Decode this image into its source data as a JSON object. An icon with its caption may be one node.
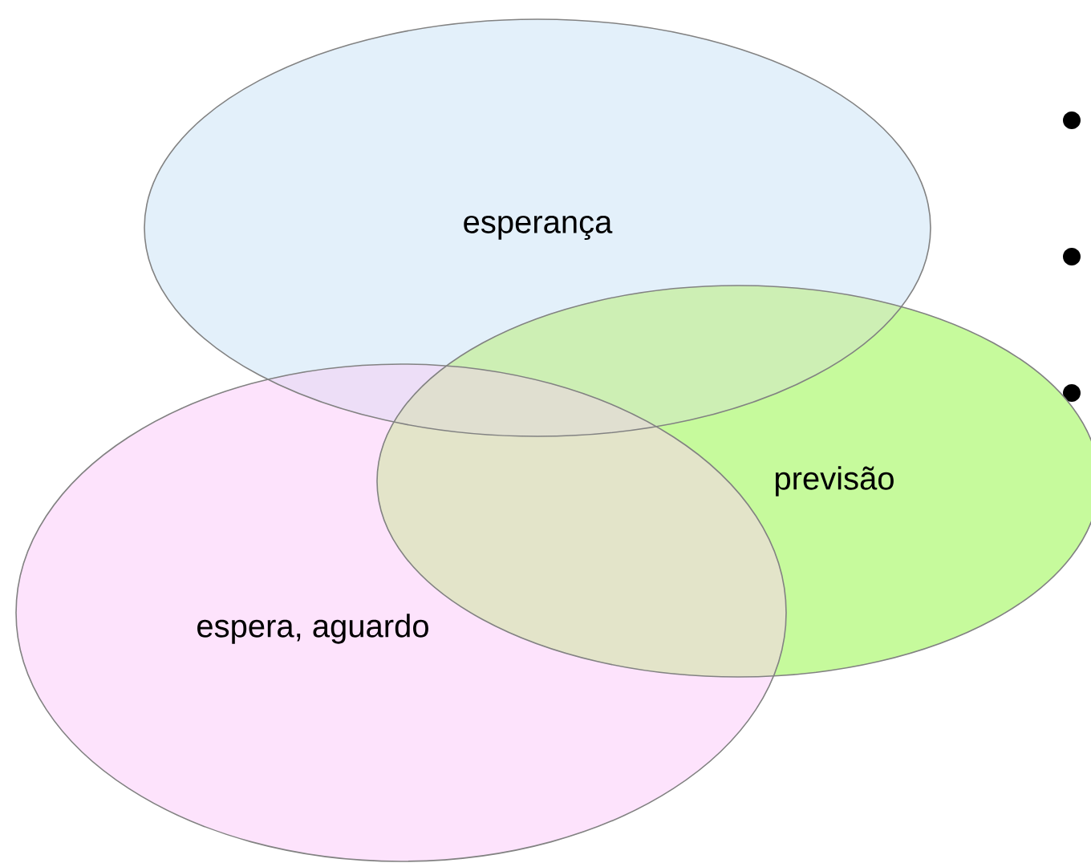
{
  "diagram": {
    "nodes": [
      {
        "text": [
          "esperança"
        ]
      },
      {
        "text": [
          "previsão"
        ]
      },
      {
        "text": [
          "espera, aguardo"
        ]
      }
    ]
  }
}
